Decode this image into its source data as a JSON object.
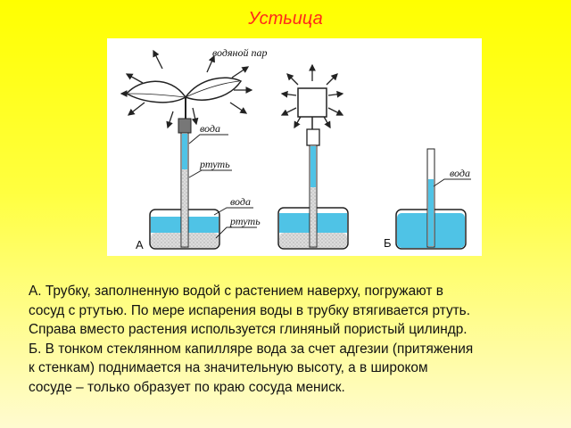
{
  "slide": {
    "title": "Устьица",
    "figure": {
      "labels": {
        "vapor": "водяной пар",
        "water_tube": "вода",
        "mercury_tube": "ртуть",
        "water_vessel": "вода",
        "mercury_vessel": "ртуть",
        "water_capillary": "вода",
        "panel_a": "А",
        "panel_b": "Б"
      },
      "colors": {
        "water": "#4fc3e6",
        "mercury": "#d8d8d8",
        "line": "#222222"
      }
    },
    "caption_lines": [
      "А. Трубку, заполненную водой с растением наверху, погружают в",
      "сосуд с ртутью. По мере испарения воды в трубку втягивается ртуть.",
      "Справа вместо растения используется глиняный пористый цилиндр.",
      "Б. В тонком стеклянном капилляре вода за счет адгезии (притяжения",
      "к стенкам) поднимается на значительную высоту, а в широком",
      "сосуде – только образует по краю сосуда мениск."
    ]
  }
}
